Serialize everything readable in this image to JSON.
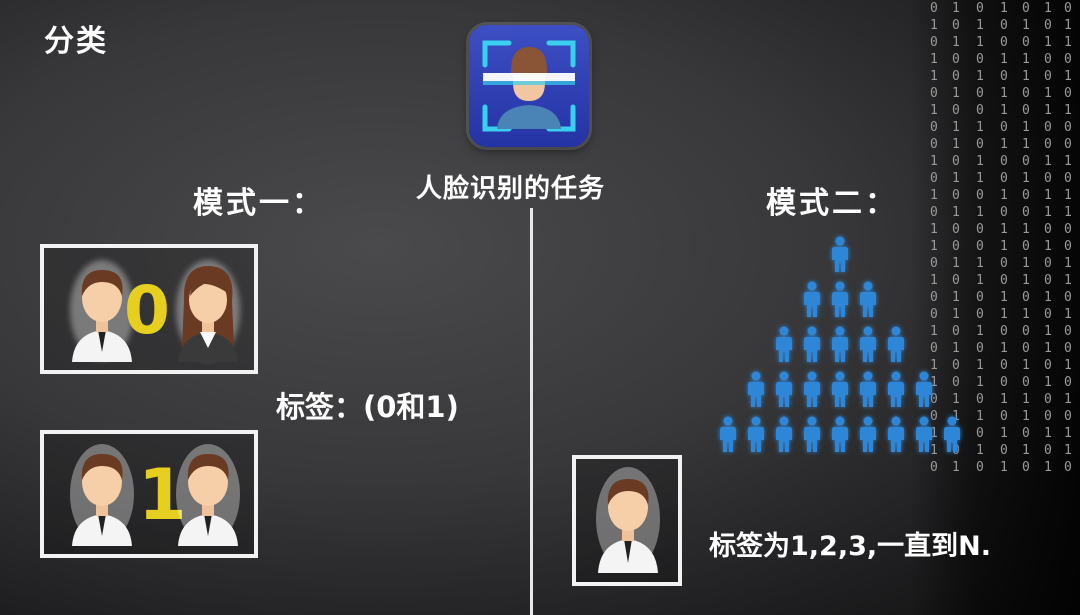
{
  "title": "分类",
  "task": {
    "label": "人脸识别的任务",
    "icon": "face-recognition-icon"
  },
  "mode_one": {
    "label": "模式一：",
    "pair_zero_digit": "0",
    "pair_one_digit": "1",
    "labels_text": "标签：(0和1)"
  },
  "mode_two": {
    "label": "模式二：",
    "pyramid_rows": [
      1,
      3,
      5,
      7,
      9
    ],
    "labels_text": "标签为1,2,3,一直到N."
  },
  "colors": {
    "accent_yellow": "#e6cf1f",
    "person_blue": "#2f86d6",
    "icon_bg": "#2e3db8"
  },
  "binary_columns": [
    "0101101001010110100101100110",
    "1010010110101001011010011001",
    "0110100101101001100101101010",
    "1001011010010110011010010101",
    "0101100110100101101001011010",
    "1010011001011010010110100101",
    "0110101001011001101001010110"
  ]
}
